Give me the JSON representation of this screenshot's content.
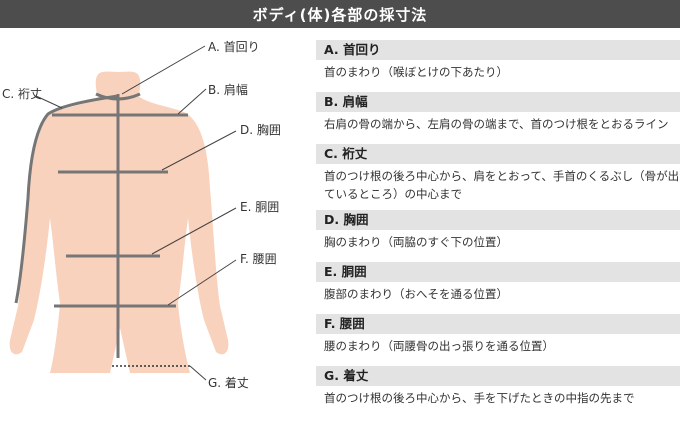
{
  "title": "ボディ(体)各部の採寸法",
  "figure_labels": {
    "neck": "A. 首回り",
    "shoulder": "B. 肩幅",
    "sleeve": "C. 裄丈",
    "chest": "D. 胸囲",
    "waist": "E. 胴囲",
    "hip": "F. 腰囲",
    "length": "G. 着丈"
  },
  "entries": [
    {
      "title": "A. 首回り",
      "desc": "首のまわり（喉ぼとけの下あたり）"
    },
    {
      "title": "B. 肩幅",
      "desc": "右肩の骨の端から、左肩の骨の端まで、首のつけ根をとおるライン"
    },
    {
      "title": "C. 裄丈",
      "desc": "首のつけ根の後ろ中心から、肩をとおって、手首のくるぶし（骨が出ているところ）の中心まで"
    },
    {
      "title": "D. 胸囲",
      "desc": "胸のまわり（両脇のすぐ下の位置）"
    },
    {
      "title": "E. 胴囲",
      "desc": "腹部のまわり（おへそを通る位置）"
    },
    {
      "title": "F. 腰囲",
      "desc": "腰のまわり（両腰骨の出っ張りを通る位置）"
    },
    {
      "title": "G. 着丈",
      "desc": "首のつけ根の後ろ中心から、手を下げたときの中指の先まで"
    }
  ],
  "colors": {
    "header_bg": "#4d4d4d",
    "skin": "#f9d2bd",
    "measure_line": "#767676",
    "entry_head_bg": "#e3e3e3"
  }
}
